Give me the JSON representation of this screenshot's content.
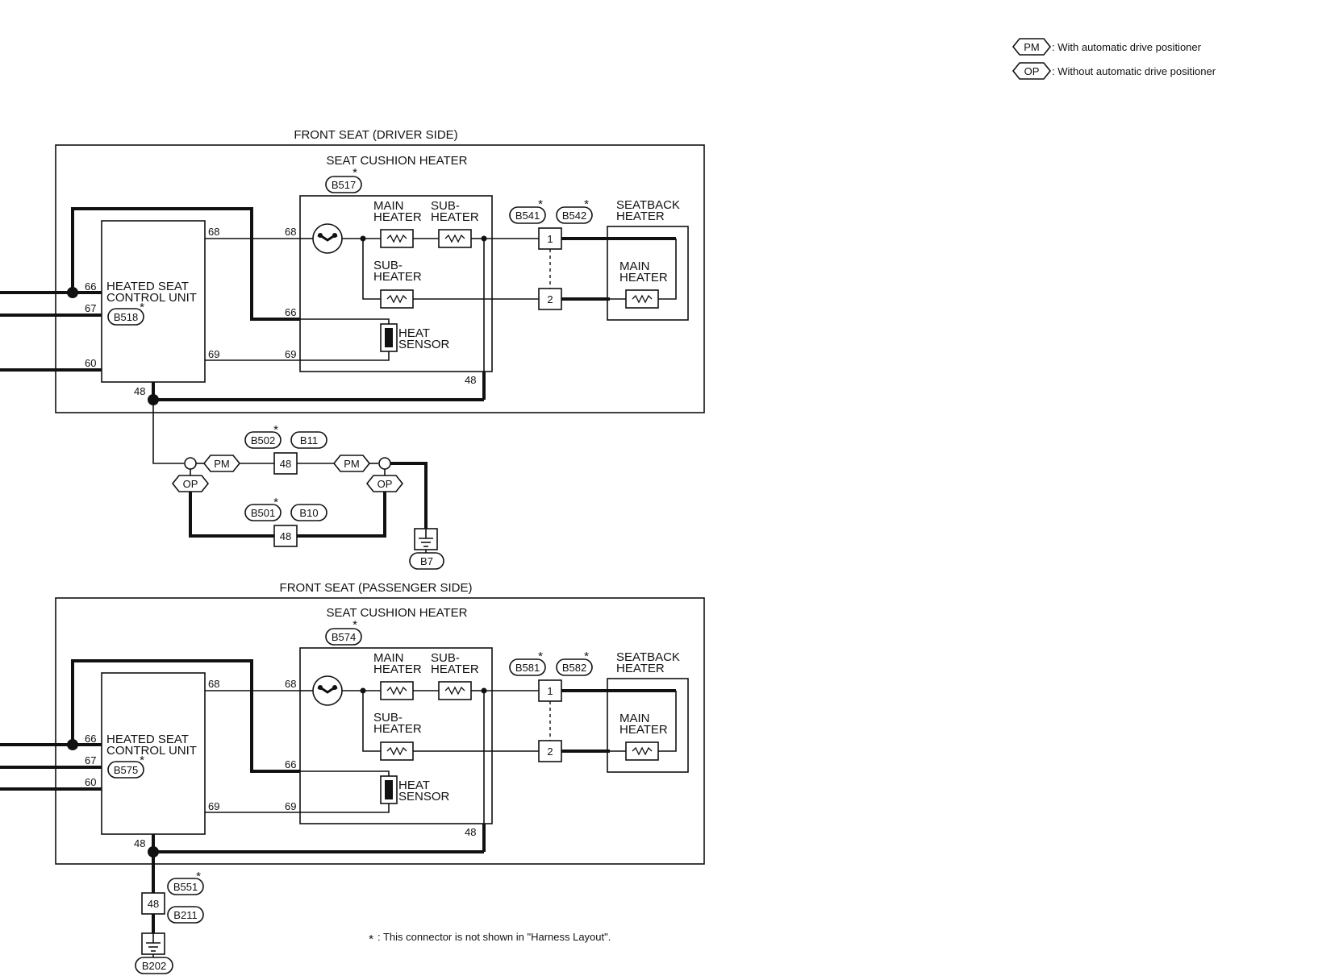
{
  "legend": {
    "pm": {
      "tag": "PM",
      "text": ": With automatic drive positioner"
    },
    "op": {
      "tag": "OP",
      "text": ": Without automatic drive positioner"
    }
  },
  "driver": {
    "title": "FRONT SEAT (DRIVER SIDE)",
    "cushion_title": "SEAT CUSHION HEATER",
    "cushion_connector": "B517",
    "seatback_connectors": [
      "B541",
      "B542"
    ],
    "seatback_title": [
      "SEATBACK",
      "HEATER"
    ],
    "control_unit": {
      "label": [
        "HEATED SEAT",
        "CONTROL UNIT"
      ],
      "connector": "B518"
    },
    "pins": {
      "p66": "66",
      "p67": "67",
      "p60": "60",
      "p68": "68",
      "p69": "69",
      "p48": "48"
    },
    "main_heater": [
      "MAIN",
      "HEATER"
    ],
    "sub_heater": [
      "SUB-",
      "HEATER"
    ],
    "heat_sensor": [
      "HEAT",
      "SENSOR"
    ],
    "seatback_pins": [
      "1",
      "2"
    ],
    "ground": {
      "connectors_pm": [
        "B502",
        "B11"
      ],
      "connectors_op": [
        "B501",
        "B10"
      ],
      "pin": "48",
      "pm_tag": "PM",
      "op_tag": "OP",
      "ground_point": "B7"
    }
  },
  "passenger": {
    "title": "FRONT SEAT (PASSENGER SIDE)",
    "cushion_title": "SEAT CUSHION HEATER",
    "cushion_connector": "B574",
    "seatback_connectors": [
      "B581",
      "B582"
    ],
    "seatback_title": [
      "SEATBACK",
      "HEATER"
    ],
    "control_unit": {
      "label": [
        "HEATED SEAT",
        "CONTROL UNIT"
      ],
      "connector": "B575"
    },
    "pins": {
      "p66": "66",
      "p67": "67",
      "p60": "60",
      "p68": "68",
      "p69": "69",
      "p48": "48"
    },
    "main_heater": [
      "MAIN",
      "HEATER"
    ],
    "sub_heater": [
      "SUB-",
      "HEATER"
    ],
    "heat_sensor": [
      "HEAT",
      "SENSOR"
    ],
    "seatback_pins": [
      "1",
      "2"
    ],
    "ground": {
      "connectors": [
        "B551",
        "B211"
      ],
      "pin": "48",
      "ground_point": "B202"
    }
  },
  "footnote": {
    "star": "*",
    "text": ": This connector is not shown in \"Harness Layout\"."
  }
}
